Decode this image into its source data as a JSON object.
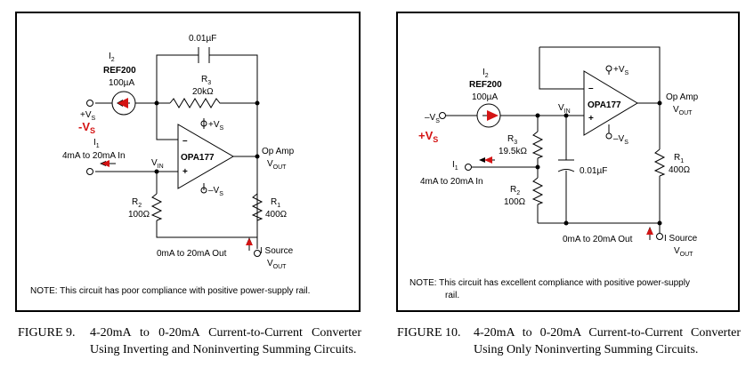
{
  "fig9": {
    "cap0": "0.01µF",
    "i2": "I",
    "i2_sub": "2",
    "ref": "REF200",
    "ref_cur": "100µA",
    "r3": "R",
    "r3_sub": "3",
    "r3_val": "20kΩ",
    "vs_black": "+V",
    "vs_black_sub": "S",
    "vs_red": "-V",
    "vs_red_sub": "S",
    "pos_vs": "+V",
    "pos_vs_sub": "S",
    "neg_vs": "–V",
    "neg_vs_sub": "S",
    "minus": "–",
    "plus": "+",
    "opa": "OPA177",
    "i1": "I",
    "i1_sub": "1",
    "in_label": "4mA to 20mA In",
    "vin": "V",
    "vin_sub": "IN",
    "opamp_label": "Op Amp",
    "vout": "V",
    "vout_sub": "OUT",
    "r2": "R",
    "r2_sub": "2",
    "r2_val": "100Ω",
    "r1": "R",
    "r1_sub": "1",
    "r1_val": "400Ω",
    "isource": "I Source",
    "out_label": "0mA to 20mA Out",
    "vout2": "V",
    "vout2_sub": "OUT",
    "note": "NOTE: This circuit has poor compliance with positive power-supply rail."
  },
  "fig10": {
    "i2": "I",
    "i2_sub": "2",
    "ref": "REF200",
    "ref_cur": "100µA",
    "vs_black": "–V",
    "vs_black_sub": "S",
    "vs_red": "+V",
    "vs_red_sub": "S",
    "vin": "V",
    "vin_sub": "IN",
    "opa": "OPA177",
    "pos_vs": "+V",
    "pos_vs_sub": "S",
    "neg_vs": "–V",
    "neg_vs_sub": "S",
    "minus": "–",
    "plus": "+",
    "opamp_label": "Op Amp",
    "vout": "V",
    "vout_sub": "OUT",
    "r3": "R",
    "r3_sub": "3",
    "r3_val": "19.5kΩ",
    "i1": "I",
    "i1_sub": "1",
    "in_label": "4mA to 20mA In",
    "cap": "0.01µF",
    "r2": "R",
    "r2_sub": "2",
    "r2_val": "100Ω",
    "r1": "R",
    "r1_sub": "1",
    "r1_val": "400Ω",
    "out_label": "0mA to 20mA Out",
    "isource": "I Source",
    "vout2": "V",
    "vout2_sub": "OUT",
    "note1": "NOTE: This circuit has excellent compliance with positive power-supply",
    "note2": "rail."
  },
  "captions": {
    "fig9_num": "FIGURE 9.",
    "fig9_body": "4-20mA to 0-20mA Current-to-Current Converter Using Inverting and Noninverting Summing Circuits.",
    "fig10_num": "FIGURE 10.",
    "fig10_body": "4-20mA to 0-20mA Current-to-Current Converter Using Only Noninverting Summing Circuits."
  },
  "colors": {
    "annotation": "#d41414",
    "line": "#000000"
  }
}
